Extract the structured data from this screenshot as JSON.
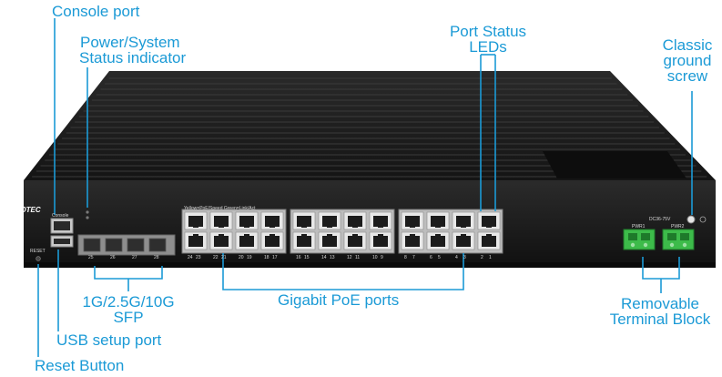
{
  "device": {
    "brand": "REPOTEC",
    "silkscreen": {
      "console": "Console",
      "reset": "RESET",
      "led_legend": "Yellow=PoE/Speed   Green=Link/Act",
      "dc_input": "DC36-75V",
      "pwr1": "PWR1",
      "pwr2": "PWR2",
      "sfp_numbers": [
        "25",
        "26",
        "27",
        "28"
      ],
      "port_numbers_bottom": [
        "24",
        "23",
        "22",
        "21",
        "20",
        "19",
        "18",
        "17",
        "16",
        "15",
        "14",
        "13",
        "12",
        "11",
        "10",
        "9",
        "8",
        "7",
        "6",
        "5",
        "4",
        "3",
        "2",
        "1"
      ]
    },
    "colors": {
      "chassis": "#1b1b1b",
      "accent_label": "#1b9ad6",
      "terminal_block": "#3dbb4a"
    }
  },
  "callouts": {
    "console_port": "Console port",
    "power_status_line1": "Power/System",
    "power_status_line2": "Status indicator",
    "port_status_line1": "Port Status",
    "port_status_line2": "LEDs",
    "ground_line1": "Classic",
    "ground_line2": "ground",
    "ground_line3": "screw",
    "sfp_line1": "1G/2.5G/10G",
    "sfp_line2": "SFP",
    "poe_ports": "Gigabit PoE ports",
    "terminal_line1": "Removable",
    "terminal_line2": "Terminal Block",
    "usb_port": "USB setup port",
    "reset_button": "Reset Button"
  }
}
